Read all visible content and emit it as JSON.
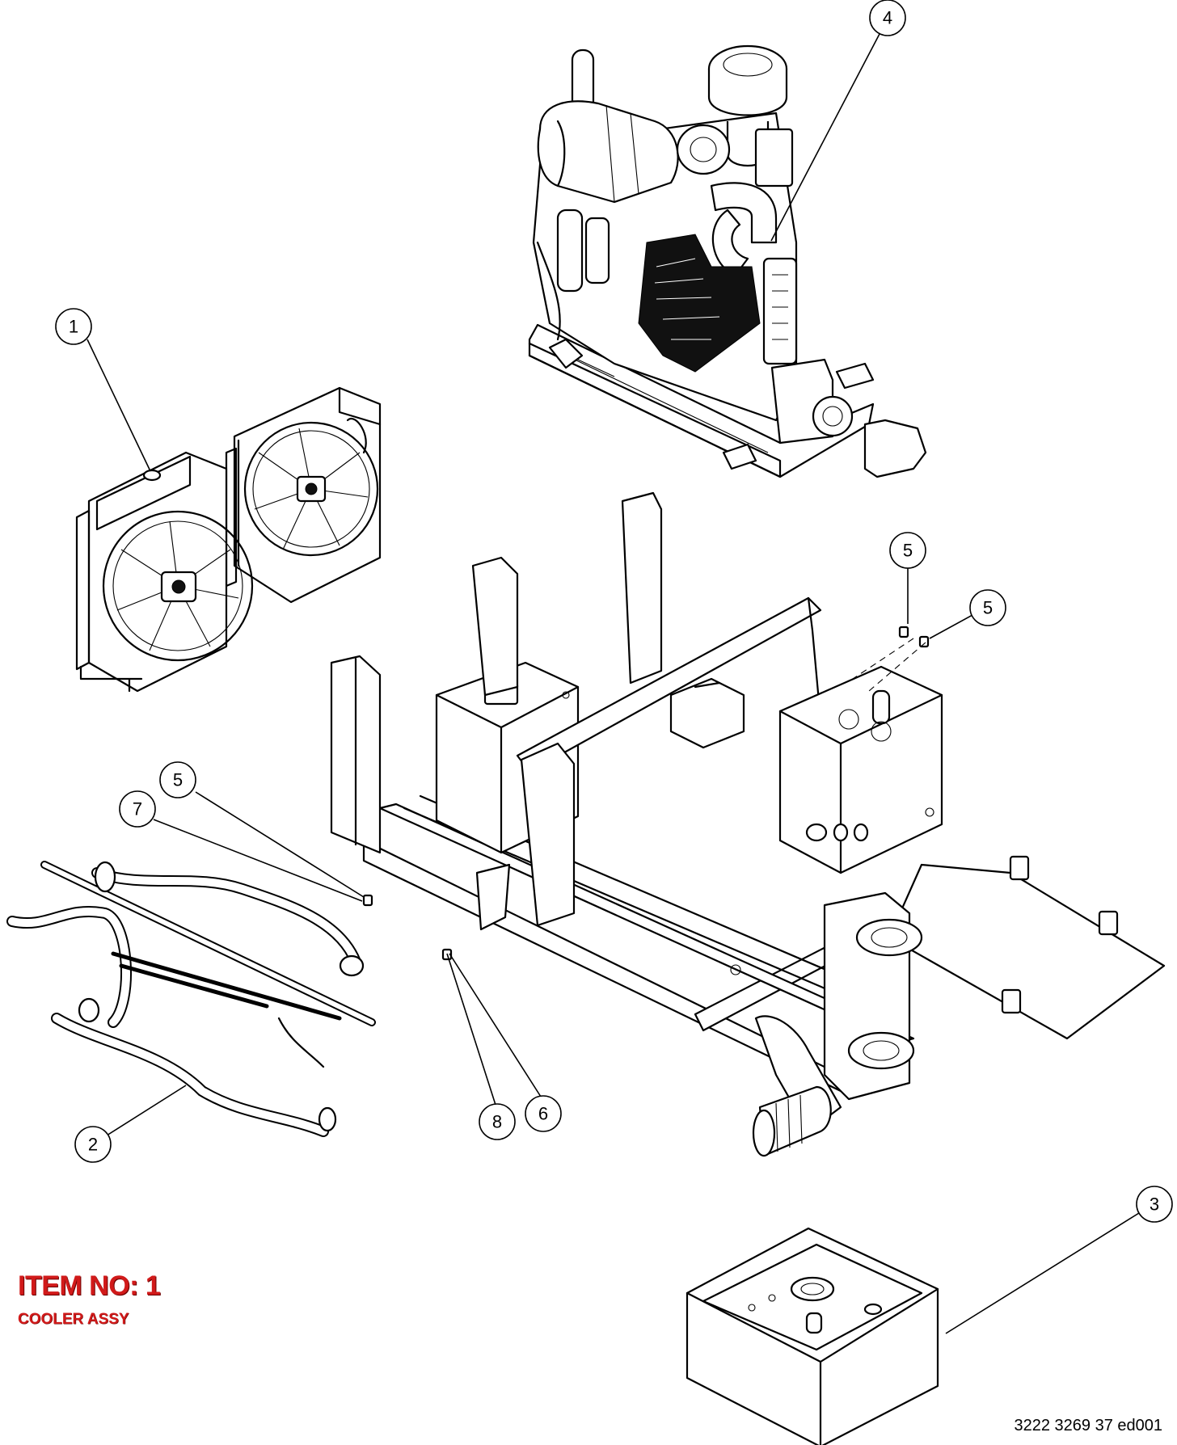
{
  "item": {
    "title": "ITEM NO: 1",
    "description": "COOLER ASSY",
    "accent_color": "#d11a1a"
  },
  "document_ref": "3222 3269 37 ed001",
  "callouts": [
    {
      "label": "1",
      "part": "cooler-assembly"
    },
    {
      "label": "2",
      "part": "hose-assembly"
    },
    {
      "label": "3",
      "part": "fuel-tank"
    },
    {
      "label": "4",
      "part": "engine-assembly"
    },
    {
      "label": "5",
      "part": "fastener-upper-left"
    },
    {
      "label": "5",
      "part": "fastener-upper-right"
    },
    {
      "label": "5",
      "part": "fastener-lower"
    },
    {
      "label": "6",
      "part": "fastener"
    },
    {
      "label": "7",
      "part": "fastener"
    },
    {
      "label": "8",
      "part": "fastener"
    }
  ]
}
